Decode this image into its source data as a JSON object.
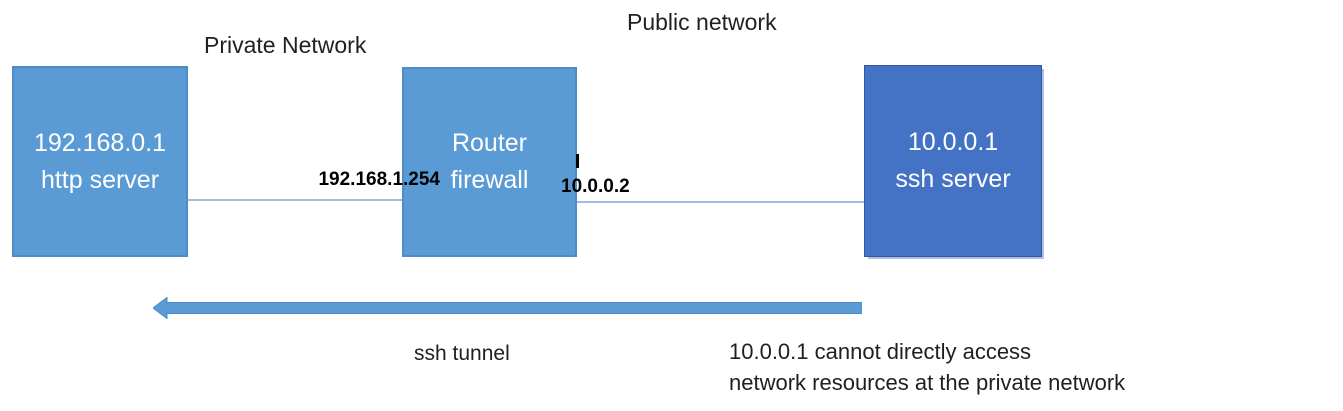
{
  "diagram": {
    "title": "ssh tunnel network diagram",
    "headings": {
      "private_network": "Private Network",
      "public_network": "Public network"
    },
    "nodes": [
      {
        "id": "http-server",
        "line1": "192.168.0.1",
        "line2": "http server",
        "fill": "#5b9bd5"
      },
      {
        "id": "router-firewall",
        "line1": "Router",
        "line2": "firewall",
        "fill": "#5b9bd5"
      },
      {
        "id": "ssh-server",
        "line1": "10.0.0.1",
        "line2": "ssh server",
        "fill": "#4472c4"
      }
    ],
    "ip_labels": {
      "router_private_ip": "192.168.1.254",
      "router_public_ip": "10.0.0.2"
    },
    "arrow": {
      "label": "ssh tunnel",
      "direction": "left",
      "fill": "#5b9bd5",
      "stroke": "#4a89c8"
    },
    "note": {
      "line1": "10.0.0.1 cannot directly access",
      "line2": "network resources at the private network"
    },
    "colors": {
      "node_blue": "#5b9bd5",
      "node_dark_blue": "#4472c4",
      "connector_line": "#9fbede",
      "text_dark": "#1f1f1f",
      "text_white": "#ffffff"
    }
  }
}
